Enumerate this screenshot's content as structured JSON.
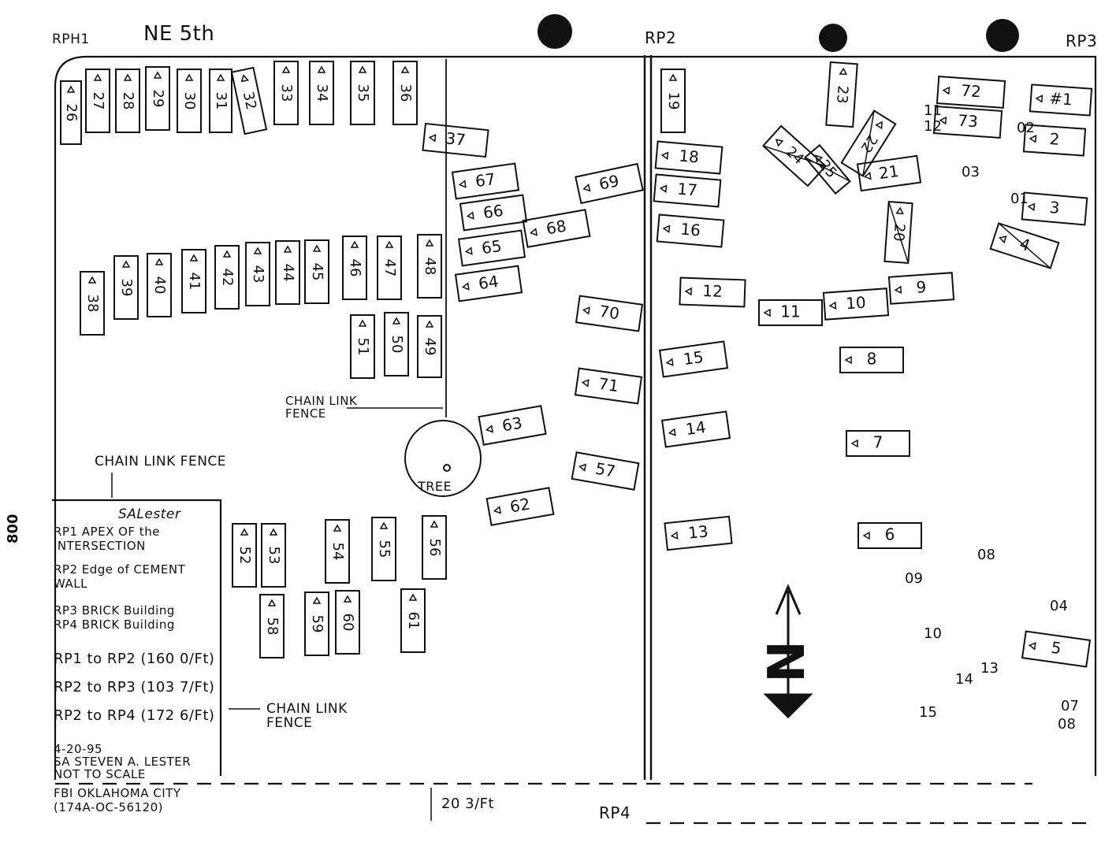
{
  "street_label": "NE 5th",
  "reference_points": {
    "rp1": "RPH1",
    "rp2": "RP2",
    "rp3": "RP3",
    "rp4": "RP4"
  },
  "fence_labels": {
    "top": "CHAIN LINK\nFENCE",
    "left": "CHAIN LINK FENCE",
    "bottom": "CHAIN LINK\nFENCE"
  },
  "tree_label": "TREE",
  "distance_rp4": "20 3/Ft",
  "side_number": "800",
  "legend": {
    "signature": "SALester",
    "lines": [
      "RP1 APEX OF the",
      "INTERSECTION",
      "RP2  Edge of CEMENT",
      "WALL",
      "RP3  BRICK Building",
      "RP4  BRICK Building",
      "RP1 to RP2 (160 0/Ft)",
      "RP2 to RP3 (103 7/Ft)",
      "RP2 to RP4 (172 6/Ft)",
      "4-20-95",
      "SA STEVEN A. LESTER",
      "NOT TO SCALE",
      "FBI  OKLAHOMA CITY",
      "(174A-OC-56120)"
    ]
  },
  "vehicles": [
    {
      "id": "26"
    },
    {
      "id": "27"
    },
    {
      "id": "28"
    },
    {
      "id": "29"
    },
    {
      "id": "30"
    },
    {
      "id": "31"
    },
    {
      "id": "32"
    },
    {
      "id": "33"
    },
    {
      "id": "34"
    },
    {
      "id": "35"
    },
    {
      "id": "36"
    },
    {
      "id": "37"
    },
    {
      "id": "38"
    },
    {
      "id": "39"
    },
    {
      "id": "40"
    },
    {
      "id": "41"
    },
    {
      "id": "42"
    },
    {
      "id": "43"
    },
    {
      "id": "44"
    },
    {
      "id": "45"
    },
    {
      "id": "46"
    },
    {
      "id": "47"
    },
    {
      "id": "48"
    },
    {
      "id": "49"
    },
    {
      "id": "50"
    },
    {
      "id": "51"
    },
    {
      "id": "52"
    },
    {
      "id": "53"
    },
    {
      "id": "54"
    },
    {
      "id": "55"
    },
    {
      "id": "56"
    },
    {
      "id": "57"
    },
    {
      "id": "58"
    },
    {
      "id": "59"
    },
    {
      "id": "60"
    },
    {
      "id": "61"
    },
    {
      "id": "62"
    },
    {
      "id": "63"
    },
    {
      "id": "64"
    },
    {
      "id": "65"
    },
    {
      "id": "66"
    },
    {
      "id": "67"
    },
    {
      "id": "68"
    },
    {
      "id": "69"
    },
    {
      "id": "70"
    },
    {
      "id": "71"
    },
    {
      "id": "19"
    },
    {
      "id": "18"
    },
    {
      "id": "17"
    },
    {
      "id": "16"
    },
    {
      "id": "12"
    },
    {
      "id": "15"
    },
    {
      "id": "14"
    },
    {
      "id": "13"
    },
    {
      "id": "23"
    },
    {
      "id": "24"
    },
    {
      "id": "22"
    },
    {
      "id": "21"
    },
    {
      "id": "20"
    },
    {
      "id": "25"
    },
    {
      "id": "11"
    },
    {
      "id": "10"
    },
    {
      "id": "9"
    },
    {
      "id": "8"
    },
    {
      "id": "7"
    },
    {
      "id": "6"
    },
    {
      "id": "72"
    },
    {
      "id": "73"
    },
    {
      "id": "#1"
    },
    {
      "id": "2"
    },
    {
      "id": "3"
    },
    {
      "id": "4"
    },
    {
      "id": "5"
    }
  ],
  "misc_marks": [
    "11",
    "12",
    "02",
    "03",
    "01",
    "08",
    "09",
    "10",
    "04",
    "13",
    "14",
    "15",
    "07",
    "08"
  ],
  "north_arrow_label": "N"
}
